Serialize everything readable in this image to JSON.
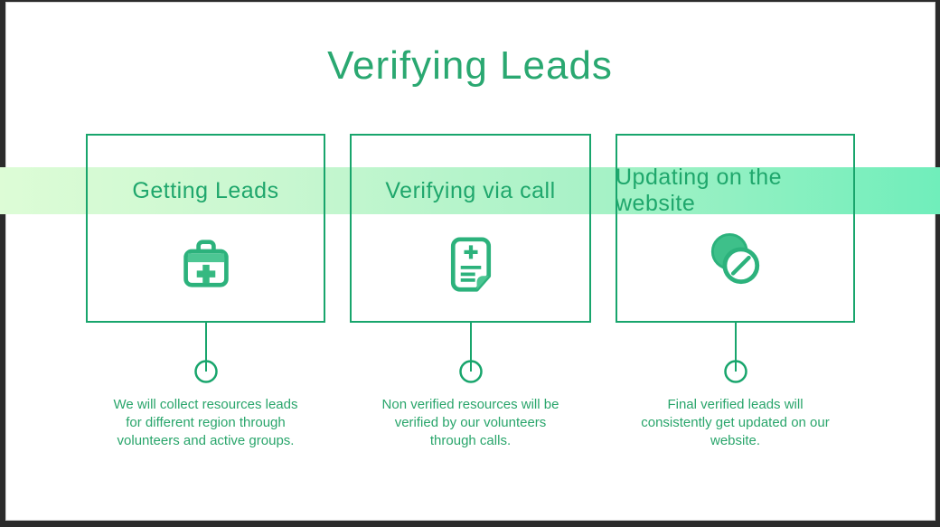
{
  "window": {
    "frame_color": "#2b2b2b",
    "slide_background": "#ffffff"
  },
  "slide": {
    "title": "Verifying Leads",
    "accent_color": "#18a56c",
    "band": {
      "gradient_left": "#ddfcd6",
      "gradient_mid": "#a9f2c7",
      "gradient_right": "#70eebb"
    },
    "steps": [
      {
        "title": "Getting Leads",
        "icon": "first-aid-kit-icon",
        "description": "We will collect resources  leads\nfor different region  through\nvolunteers and active groups."
      },
      {
        "title": "Verifying via call",
        "icon": "document-plus-icon",
        "description": "Non verified resources will be\nverified by our volunteers\nthrough calls."
      },
      {
        "title": "Updating on the website",
        "icon": "pills-icon",
        "description": "Final verified leads will\nconsistently get updated on our\nwebsite."
      }
    ]
  }
}
